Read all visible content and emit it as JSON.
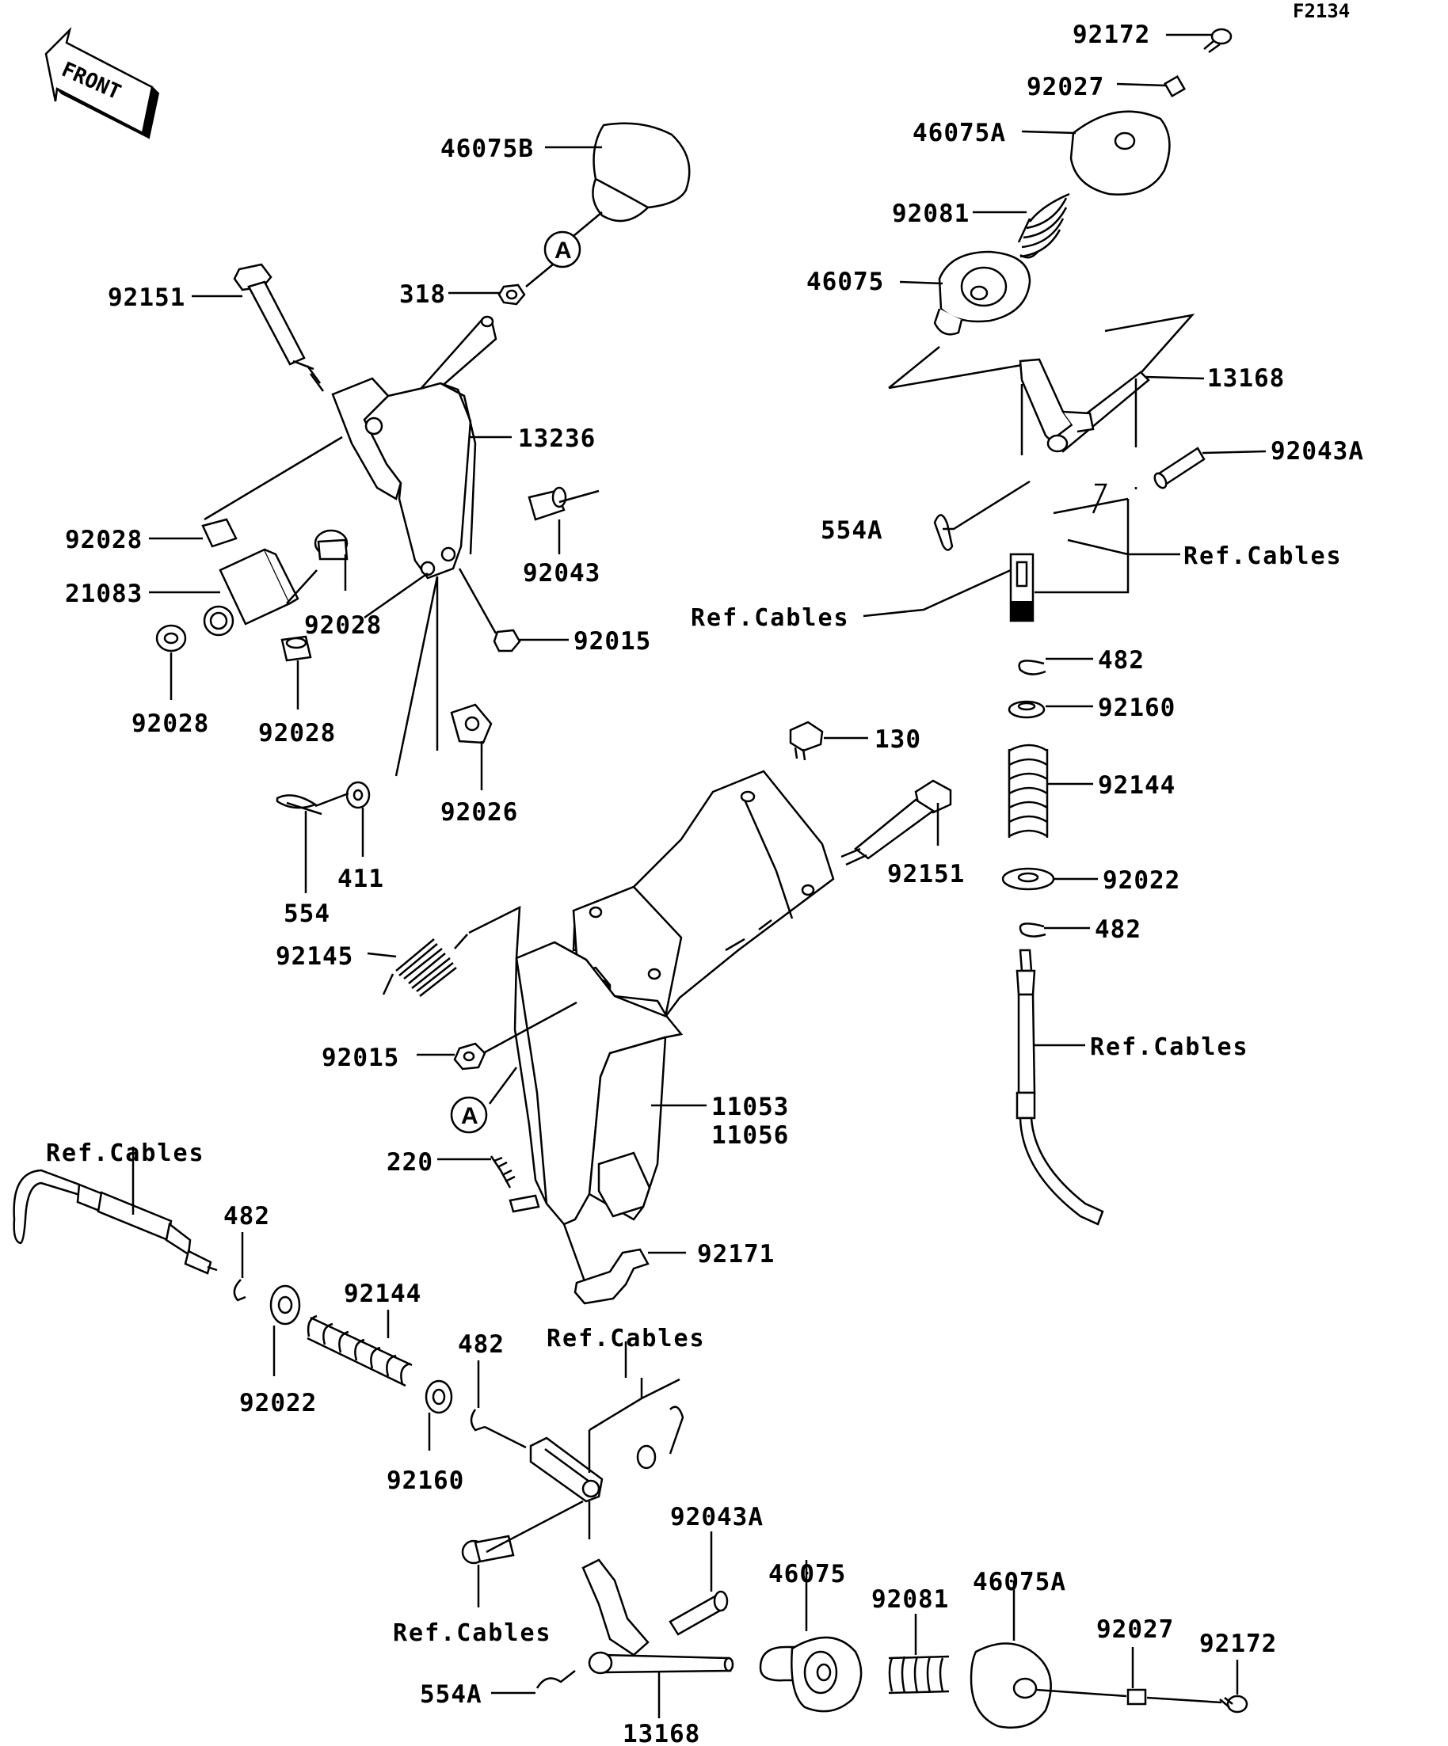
{
  "diagram_code": "F2134",
  "front_label": "FRONT",
  "callout_marker": "A",
  "labels": {
    "p92172_top": "92172",
    "p92027_top": "92027",
    "p46075A_top": "46075A",
    "p92081_top": "92081",
    "p46075_top": "46075",
    "p13168_top": "13168",
    "p92043A_top": "92043A",
    "p554A_top": "554A",
    "ref_cables_1": "Ref.Cables",
    "ref_cables_2": "Ref.Cables",
    "p482_a": "482",
    "p92160_top": "92160",
    "p92144_top": "92144",
    "p92022_top": "92022",
    "p482_b": "482",
    "ref_cables_3": "Ref.Cables",
    "p46075B": "46075B",
    "p318": "318",
    "p92151_left": "92151",
    "p13236": "13236",
    "p92043": "92043",
    "p92028_a": "92028",
    "p21083": "21083",
    "p92028_b": "92028",
    "p92015_a": "92015",
    "p92028_c": "92028",
    "p92028_d": "92028",
    "p130": "130",
    "p92026": "92026",
    "p411": "411",
    "p554": "554",
    "p92151_right": "92151",
    "p92145": "92145",
    "p92015_b": "92015",
    "p11053": "11053",
    "p11056": "11056",
    "ref_cables_4": "Ref.Cables",
    "p220": "220",
    "p482_c": "482",
    "p92171": "92171",
    "p92144_bottom": "92144",
    "p92022_bottom": "92022",
    "p482_d": "482",
    "ref_cables_5": "Ref.Cables",
    "p92160_bottom": "92160",
    "p92043A_bottom": "92043A",
    "p46075_bottom": "46075",
    "p46075A_bottom": "46075A",
    "p92081_bottom": "92081",
    "p92027_bottom": "92027",
    "p92172_bottom": "92172",
    "ref_cables_6": "Ref.Cables",
    "p554A_bottom": "554A",
    "p13168_bottom": "13168"
  }
}
